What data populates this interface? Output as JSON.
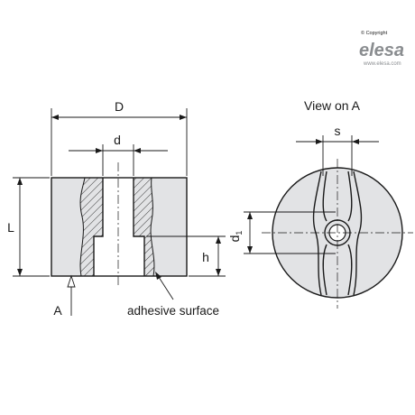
{
  "brand": {
    "copyright": "© Copyright",
    "name": "elesa",
    "website": "www.elesa.com"
  },
  "labels": {
    "D": "D",
    "d": "d",
    "L": "L",
    "h": "h",
    "A": "A",
    "adhesive": "adhesive surface",
    "view_title": "View on A",
    "s": "s",
    "d1": "d"
  },
  "d1_subscript": "1",
  "colors": {
    "line": "#1a1a1a",
    "body": "#e2e3e5",
    "brand_gray": "#8a8d90"
  }
}
